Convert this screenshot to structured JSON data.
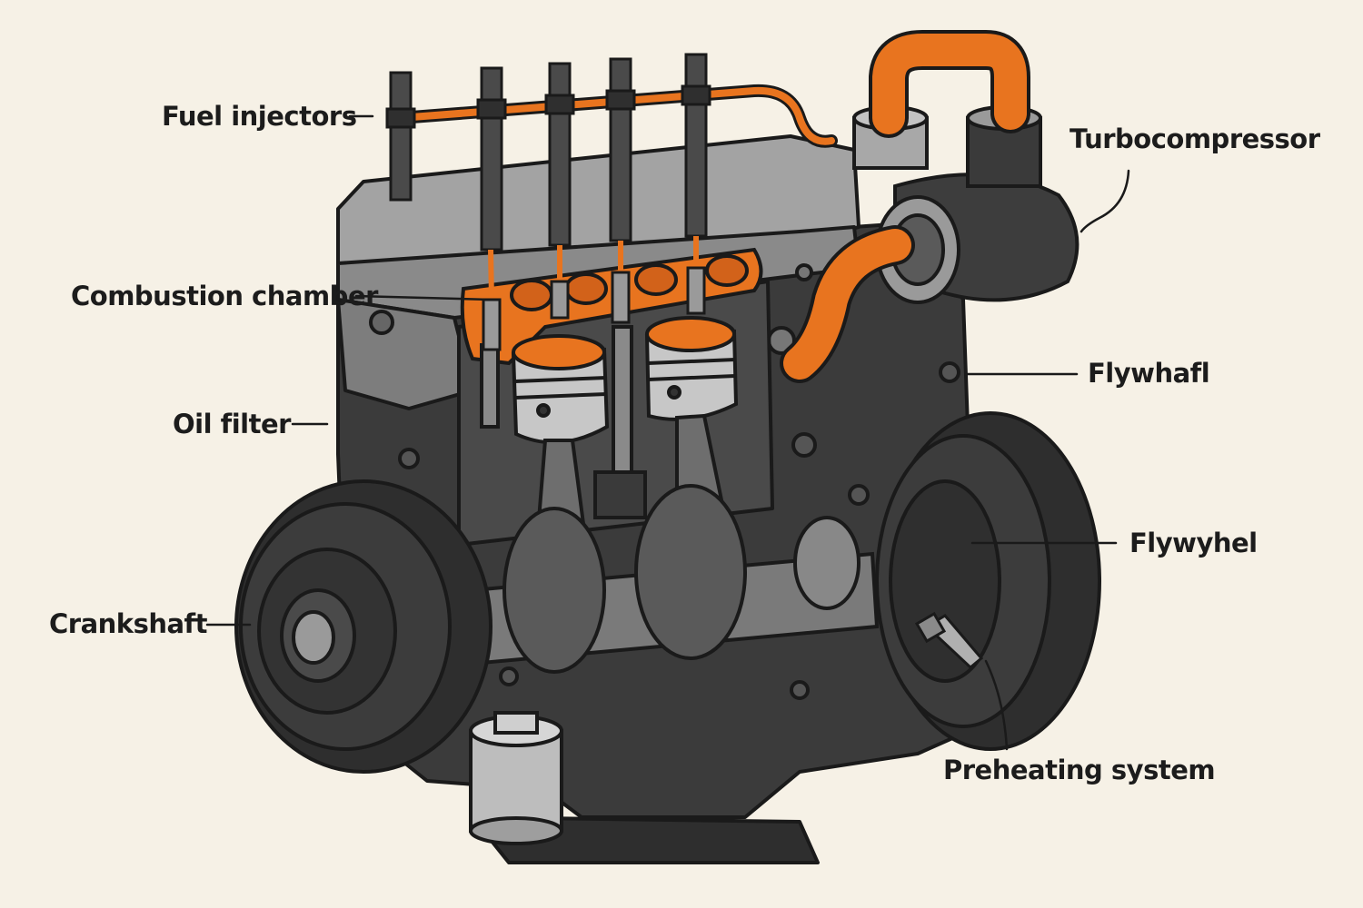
{
  "labels": {
    "fuel_injectors": "Fuel injectors",
    "turbocompressor": "Turbocompressor",
    "combustion_chamber": "Combustion chamber",
    "flywhafl": "Flywhafl",
    "oil_filter": "Oil filter",
    "flywyhel": "Flywyhel",
    "crankshaft": "Crankshaft",
    "preheating_system": "Preheating system"
  },
  "colors": {
    "background": "#f6f1e6",
    "engine_block": "#3d3d3d",
    "cylinder_head": "#9a9a9a",
    "accent_orange": "#e8741f",
    "steel": "#b8b8b8",
    "outline": "#1a1a1a"
  }
}
